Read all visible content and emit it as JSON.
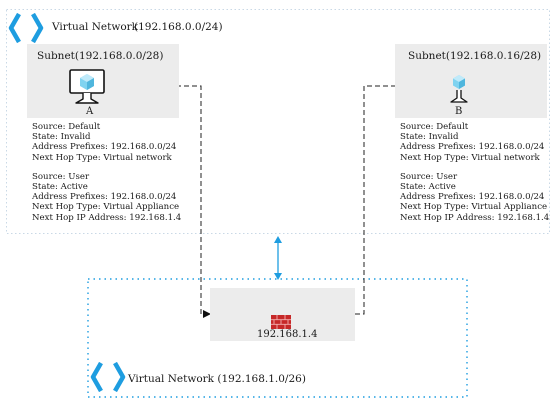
{
  "top_vnet": {
    "label": "Virtual Network",
    "cidr": "(192.168.0.0/24)"
  },
  "bottom_vnet": {
    "label": "Virtual Network (192.168.1.0/26)"
  },
  "subnet_a": {
    "title": "Subnet(192.168.0.0/28)",
    "vm_label": "A",
    "routes_default": [
      "Source: Default",
      "State: Invalid",
      "Address Prefixes: 192.168.0.0/24",
      "Next Hop Type: Virtual network"
    ],
    "routes_user": [
      "Source: User",
      "State: Active",
      "Address Prefixes: 192.168.0.0/24",
      "Next Hop Type: Virtual Appliance",
      "Next Hop IP Address: 192.168.1.4"
    ]
  },
  "subnet_b": {
    "title": "Subnet(192.168.0.16/28)",
    "vm_label": "B",
    "routes_default": [
      "Source: Default",
      "State: Invalid",
      "Address Prefixes: 192.168.0.0/24",
      "Next Hop Type: Virtual network"
    ],
    "routes_user": [
      "Source: User",
      "State: Active",
      "Address Prefixes: 192.168.0.0/24",
      "Next Hop Type: Virtual Appliance",
      "Next Hop IP Address: 192.168.1.4"
    ]
  },
  "appliance": {
    "ip": "192.168.1.4",
    "icon": "firewall-icon"
  },
  "icons": {
    "vnet": "vnet-brackets-icon",
    "vm": "virtual-machine-icon",
    "peering": "peering-arrow-icon"
  },
  "colors": {
    "subnet_bg": "#ececec",
    "vnet_border": "#1e9de0",
    "firewall": "#c62828",
    "cube": "#7fd3f0",
    "line": "#222222"
  }
}
